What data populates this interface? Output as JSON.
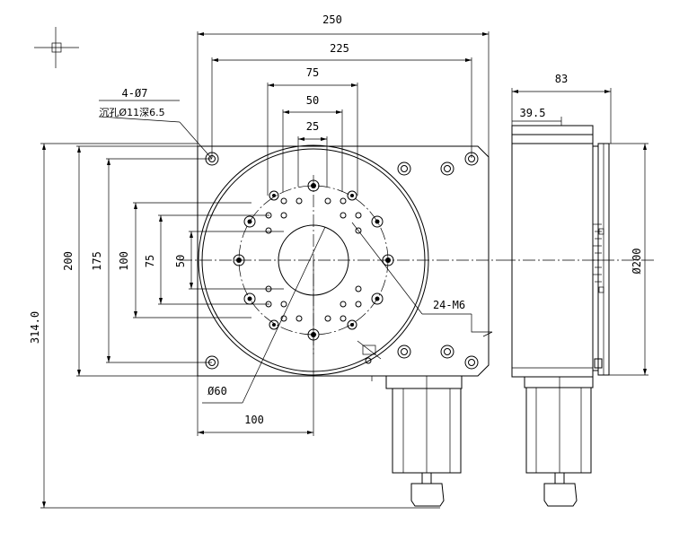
{
  "front_view": {
    "width_outer": "250",
    "width_holes": "225",
    "hole_span_75": "75",
    "hole_span_50": "50",
    "hole_span_25": "25",
    "height_total": "314.0",
    "height_body": "200",
    "height_holes": "175",
    "height_100": "100",
    "height_75": "75",
    "height_50": "50",
    "hole_callout_line1": "4-Ø7",
    "hole_callout_line2": "沉孔Ø11深6.5",
    "thread_callout": "24-M6",
    "center_bore": "Ø60",
    "offset_100": "100"
  },
  "side_view": {
    "depth_total": "83",
    "depth_partial": "39.5",
    "table_diameter": "Ø200"
  },
  "colors": {
    "line": "#000000",
    "background": "#ffffff"
  }
}
